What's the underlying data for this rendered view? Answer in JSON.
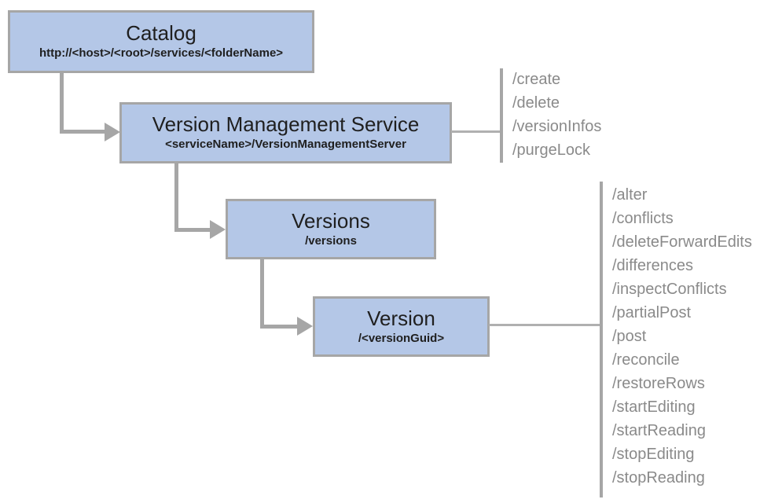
{
  "diagram": {
    "nodes": {
      "catalog": {
        "title": "Catalog",
        "subtitle": "http://<host>/<root>/services/<folderName>"
      },
      "version_management_service": {
        "title": "Version Management Service",
        "subtitle": "<serviceName>/VersionManagementServer",
        "operations": [
          "/create",
          "/delete",
          "/versionInfos",
          "/purgeLock"
        ]
      },
      "versions": {
        "title": "Versions",
        "subtitle": "/versions"
      },
      "version": {
        "title": "Version",
        "subtitle": "/<versionGuid>",
        "operations": [
          "/alter",
          "/conflicts",
          "/deleteForwardEdits",
          "/differences",
          "/inspectConflicts",
          "/partialPost",
          "/post",
          "/reconcile",
          "/restoreRows",
          "/startEditing",
          "/startReading",
          "/stopEditing",
          "/stopReading"
        ]
      }
    },
    "colors": {
      "node_fill": "#b4c7e7",
      "node_border": "#a6a6a6",
      "connector": "#a6a6a6",
      "operation_text": "#8a8a8a",
      "title_text": "#1f1f1f"
    }
  }
}
